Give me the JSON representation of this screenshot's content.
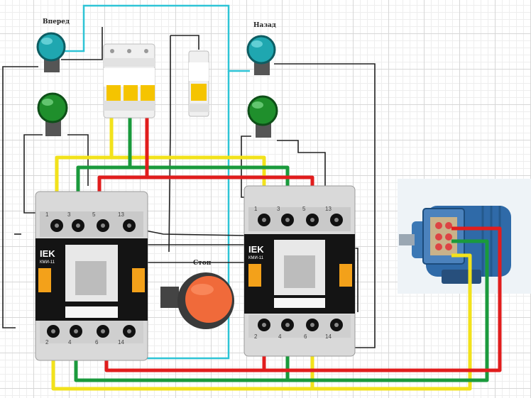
{
  "labels": {
    "forward": "Вперед",
    "backward": "Назад",
    "stop": "Стоп"
  },
  "contactor": {
    "brand": "IEK",
    "model": "КМИ-11",
    "top_terminals": [
      "1",
      "3",
      "5",
      "13"
    ],
    "bottom_terminals": [
      "2",
      "4",
      "6",
      "14"
    ]
  },
  "colors": {
    "phase_a": "#f2e21b",
    "phase_b": "#1a9a3c",
    "phase_c": "#e11d1d",
    "control_wire": "#222222",
    "neutral_wire": "#2ec4d6",
    "indicator_blue": "#1fa7b0",
    "indicator_green": "#1f8f2c",
    "stop_button": "#f06a3a",
    "breaker_body": "#f0f0f0",
    "breaker_lever": "#f5c400",
    "contactor_body": "#d9d9d9",
    "contactor_front": "#141414",
    "accent_orange": "#f3a11a",
    "motor_blue": "#2f6aa8"
  },
  "icons": [
    "indicator-lamp-icon",
    "circuit-breaker-icon",
    "contactor-icon",
    "stop-button-icon",
    "motor-icon"
  ]
}
